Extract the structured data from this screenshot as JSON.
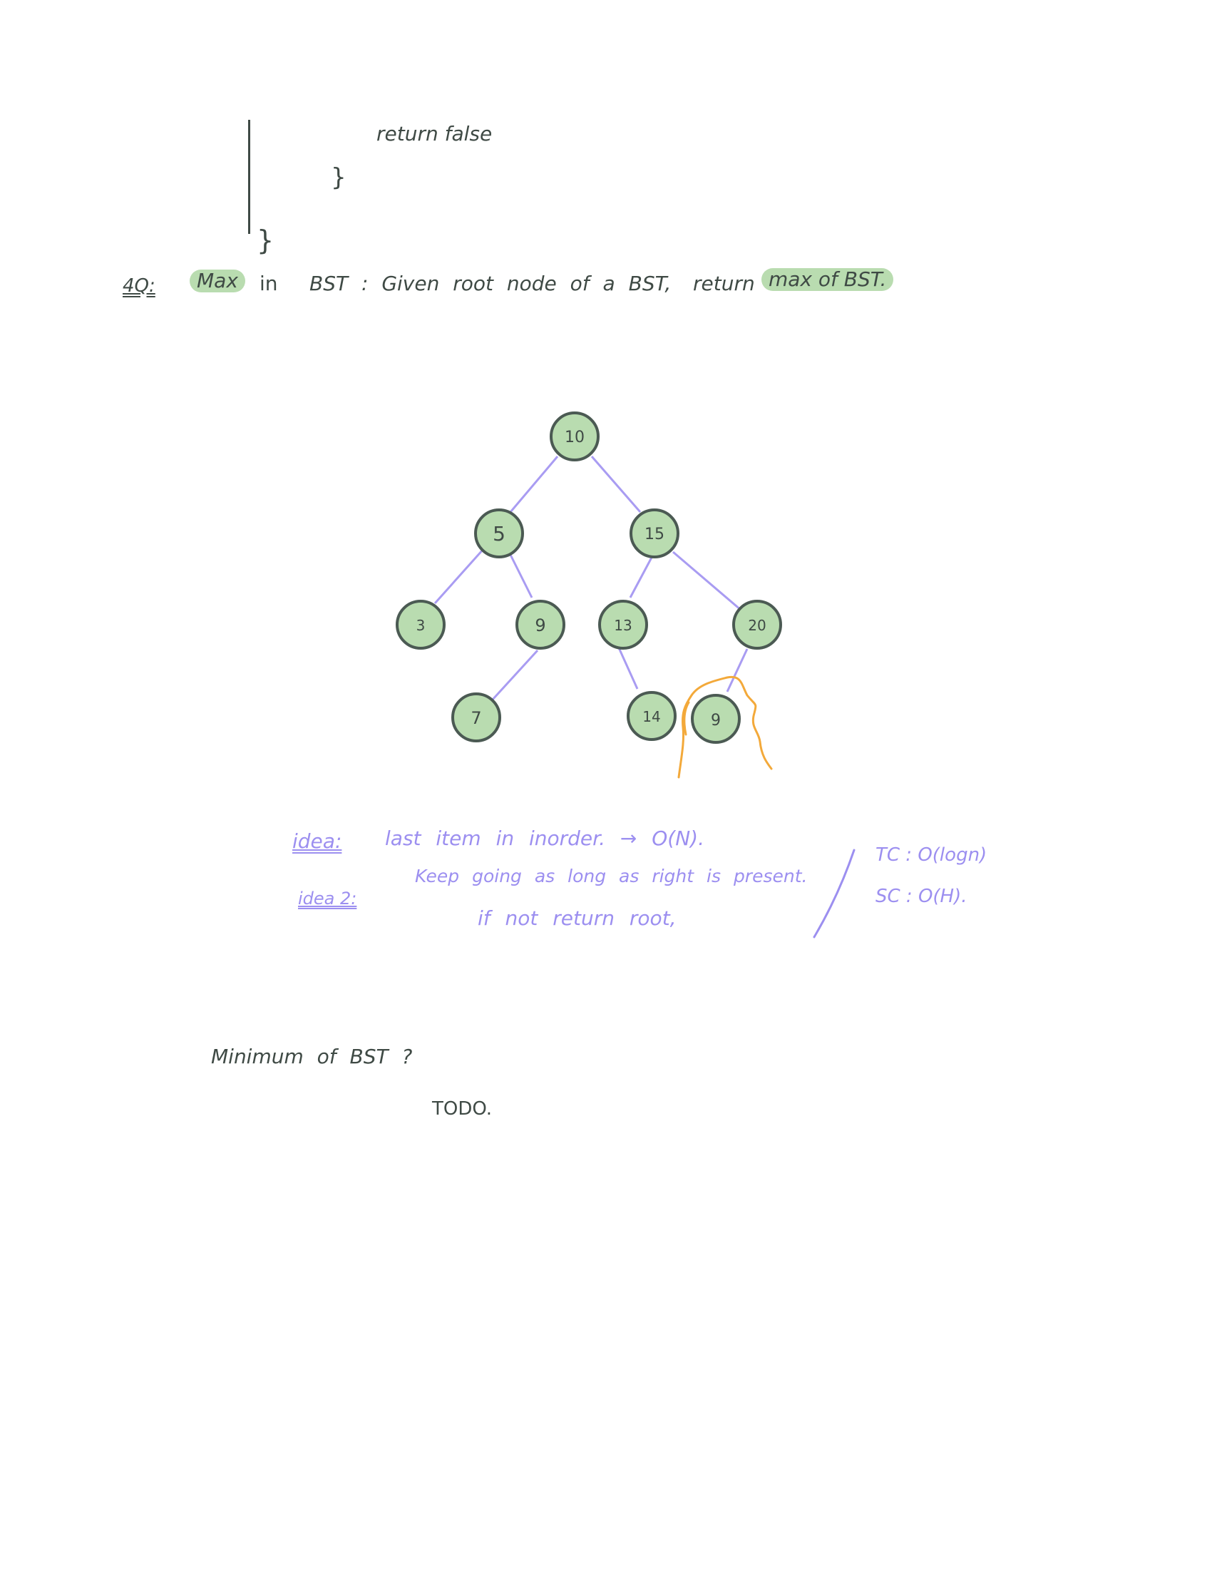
{
  "code": {
    "return_false": "return false",
    "close_brace_inner": "}",
    "close_brace_outer": "}"
  },
  "question": {
    "number": "4Q:",
    "title_word": "Max",
    "in_word": "in",
    "text": "BST : Given root node of a BST,",
    "return_word": "return",
    "return_highlight": "max of BST."
  },
  "tree": {
    "nodes": [
      "10",
      "5",
      "15",
      "3",
      "9",
      "13",
      "20",
      "7",
      "14",
      "9"
    ],
    "colors": {
      "node_fill": "#b9dcb0",
      "node_stroke": "#4b5a53",
      "edge": "#a99cf2",
      "highlight_stroke": "#f3a93a",
      "text": "#3f4a45",
      "purple_text": "#9c8ff0"
    }
  },
  "ideas": {
    "idea1_label": "idea:",
    "idea1_text": "last item in inorder. → O(N).",
    "idea2_label": "idea 2:",
    "idea2_line1": "Keep going as long as right is present.",
    "idea2_line2": "if not return root,",
    "tc": "TC : O(logn)",
    "sc": "SC : O(H)."
  },
  "minimum": {
    "question": "Minimum of BST ?",
    "todo": "TODO."
  }
}
